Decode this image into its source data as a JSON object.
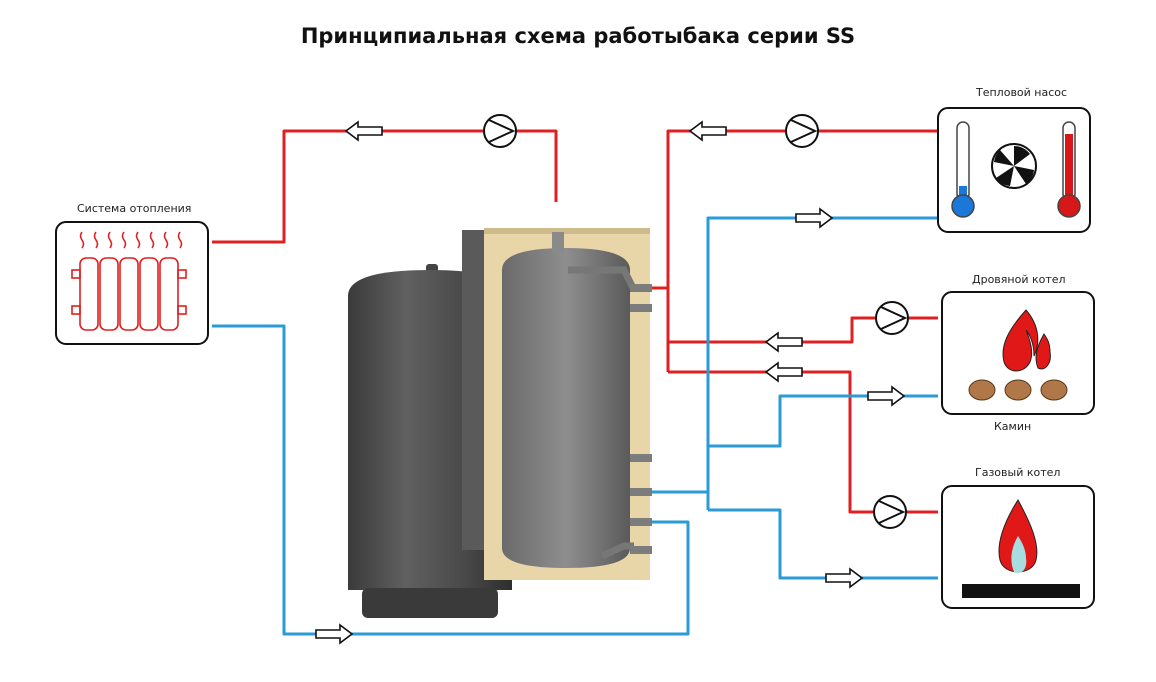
{
  "title": "Принципиальная схема работыбака серии SS",
  "labels": {
    "heating_system": "Система отопления",
    "heat_pump": "Тепловой насос",
    "wood_boiler": "Дровяной котел",
    "fireplace": "Камин",
    "gas_boiler": "Газовый котел"
  },
  "colors": {
    "hot_line": "#e02020",
    "cold_line": "#2a9ad8",
    "tank_body": "#4a4a4a",
    "insulation": "#e8d6a8",
    "flame": "#e01818",
    "log": "#b07848",
    "thermometer_cold": "#1a78d8",
    "thermometer_hot": "#d81818"
  },
  "icons": [
    "radiator-icon",
    "pump-icon",
    "flow-arrow-icon",
    "thermometer-icon",
    "fan-icon",
    "flame-icon",
    "log-icon",
    "gas-burner-icon"
  ]
}
